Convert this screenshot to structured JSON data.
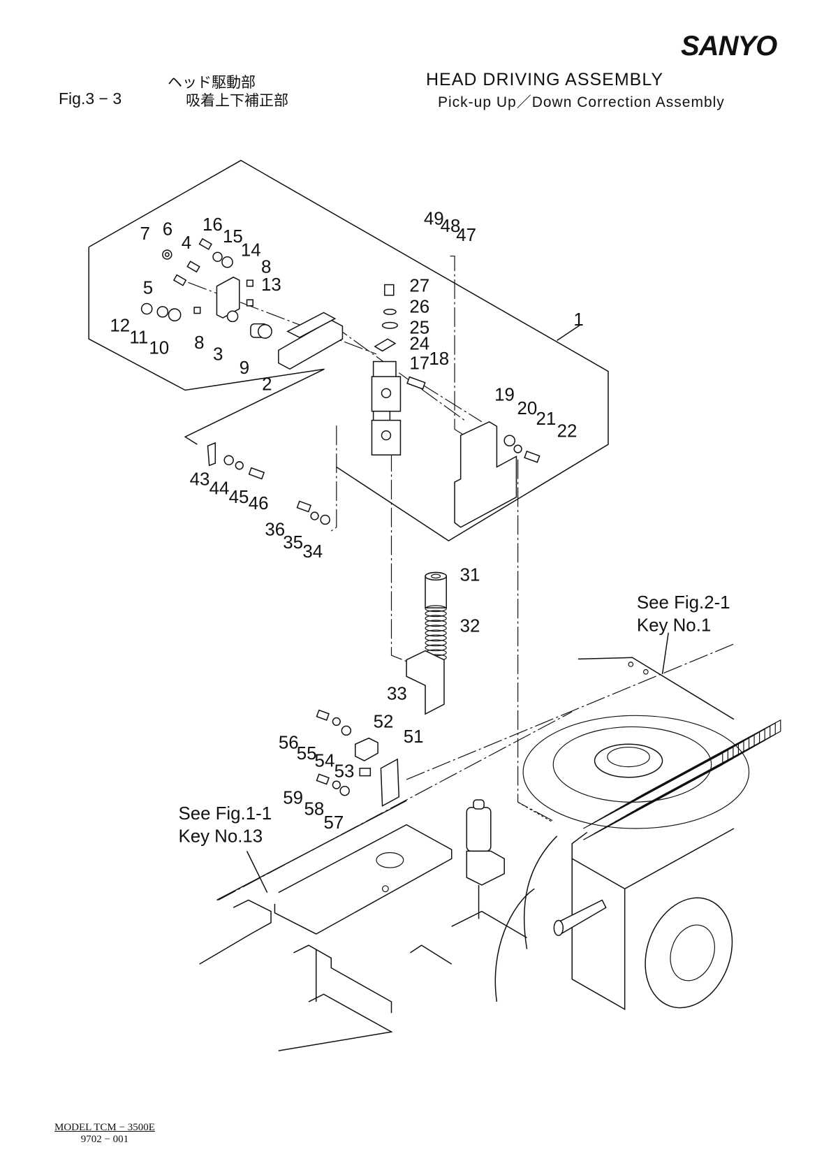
{
  "header": {
    "brand": "SANYO",
    "figure_number": "Fig.3 − 3",
    "title_jp_line1": "ヘッド駆動部",
    "title_jp_line2": "吸着上下補正部",
    "title_en_line1": "HEAD  DRIVING  ASSEMBLY",
    "title_en_line2": "Pick-up  Up／Down  Correction  Assembly"
  },
  "footer": {
    "model": "MODEL  TCM − 3500E",
    "code": "9702 − 001"
  },
  "references": {
    "fig_2_1": {
      "line1": "See Fig.2-1",
      "line2": "Key No.1"
    },
    "fig_1_1": {
      "line1": "See Fig.1-1",
      "line2": "Key No.13"
    }
  },
  "part_keys": {
    "k1": "1",
    "k2": "2",
    "k3": "3",
    "k4": "4",
    "k5": "5",
    "k6": "6",
    "k7": "7",
    "k8a": "8",
    "k8b": "8",
    "k9": "9",
    "k10": "10",
    "k11": "11",
    "k12": "12",
    "k13": "13",
    "k14": "14",
    "k15": "15",
    "k16": "16",
    "k17": "17",
    "k18": "18",
    "k19": "19",
    "k20": "20",
    "k21": "21",
    "k22": "22",
    "k24": "24",
    "k25": "25",
    "k26": "26",
    "k27": "27",
    "k31": "31",
    "k32": "32",
    "k33": "33",
    "k34": "34",
    "k35": "35",
    "k36": "36",
    "k43": "43",
    "k44": "44",
    "k45": "45",
    "k46": "46",
    "k47": "47",
    "k48": "48",
    "k49": "49",
    "k51": "51",
    "k52": "52",
    "k53": "53",
    "k54": "54",
    "k55": "55",
    "k56": "56",
    "k57": "57",
    "k58": "58",
    "k59": "59"
  }
}
